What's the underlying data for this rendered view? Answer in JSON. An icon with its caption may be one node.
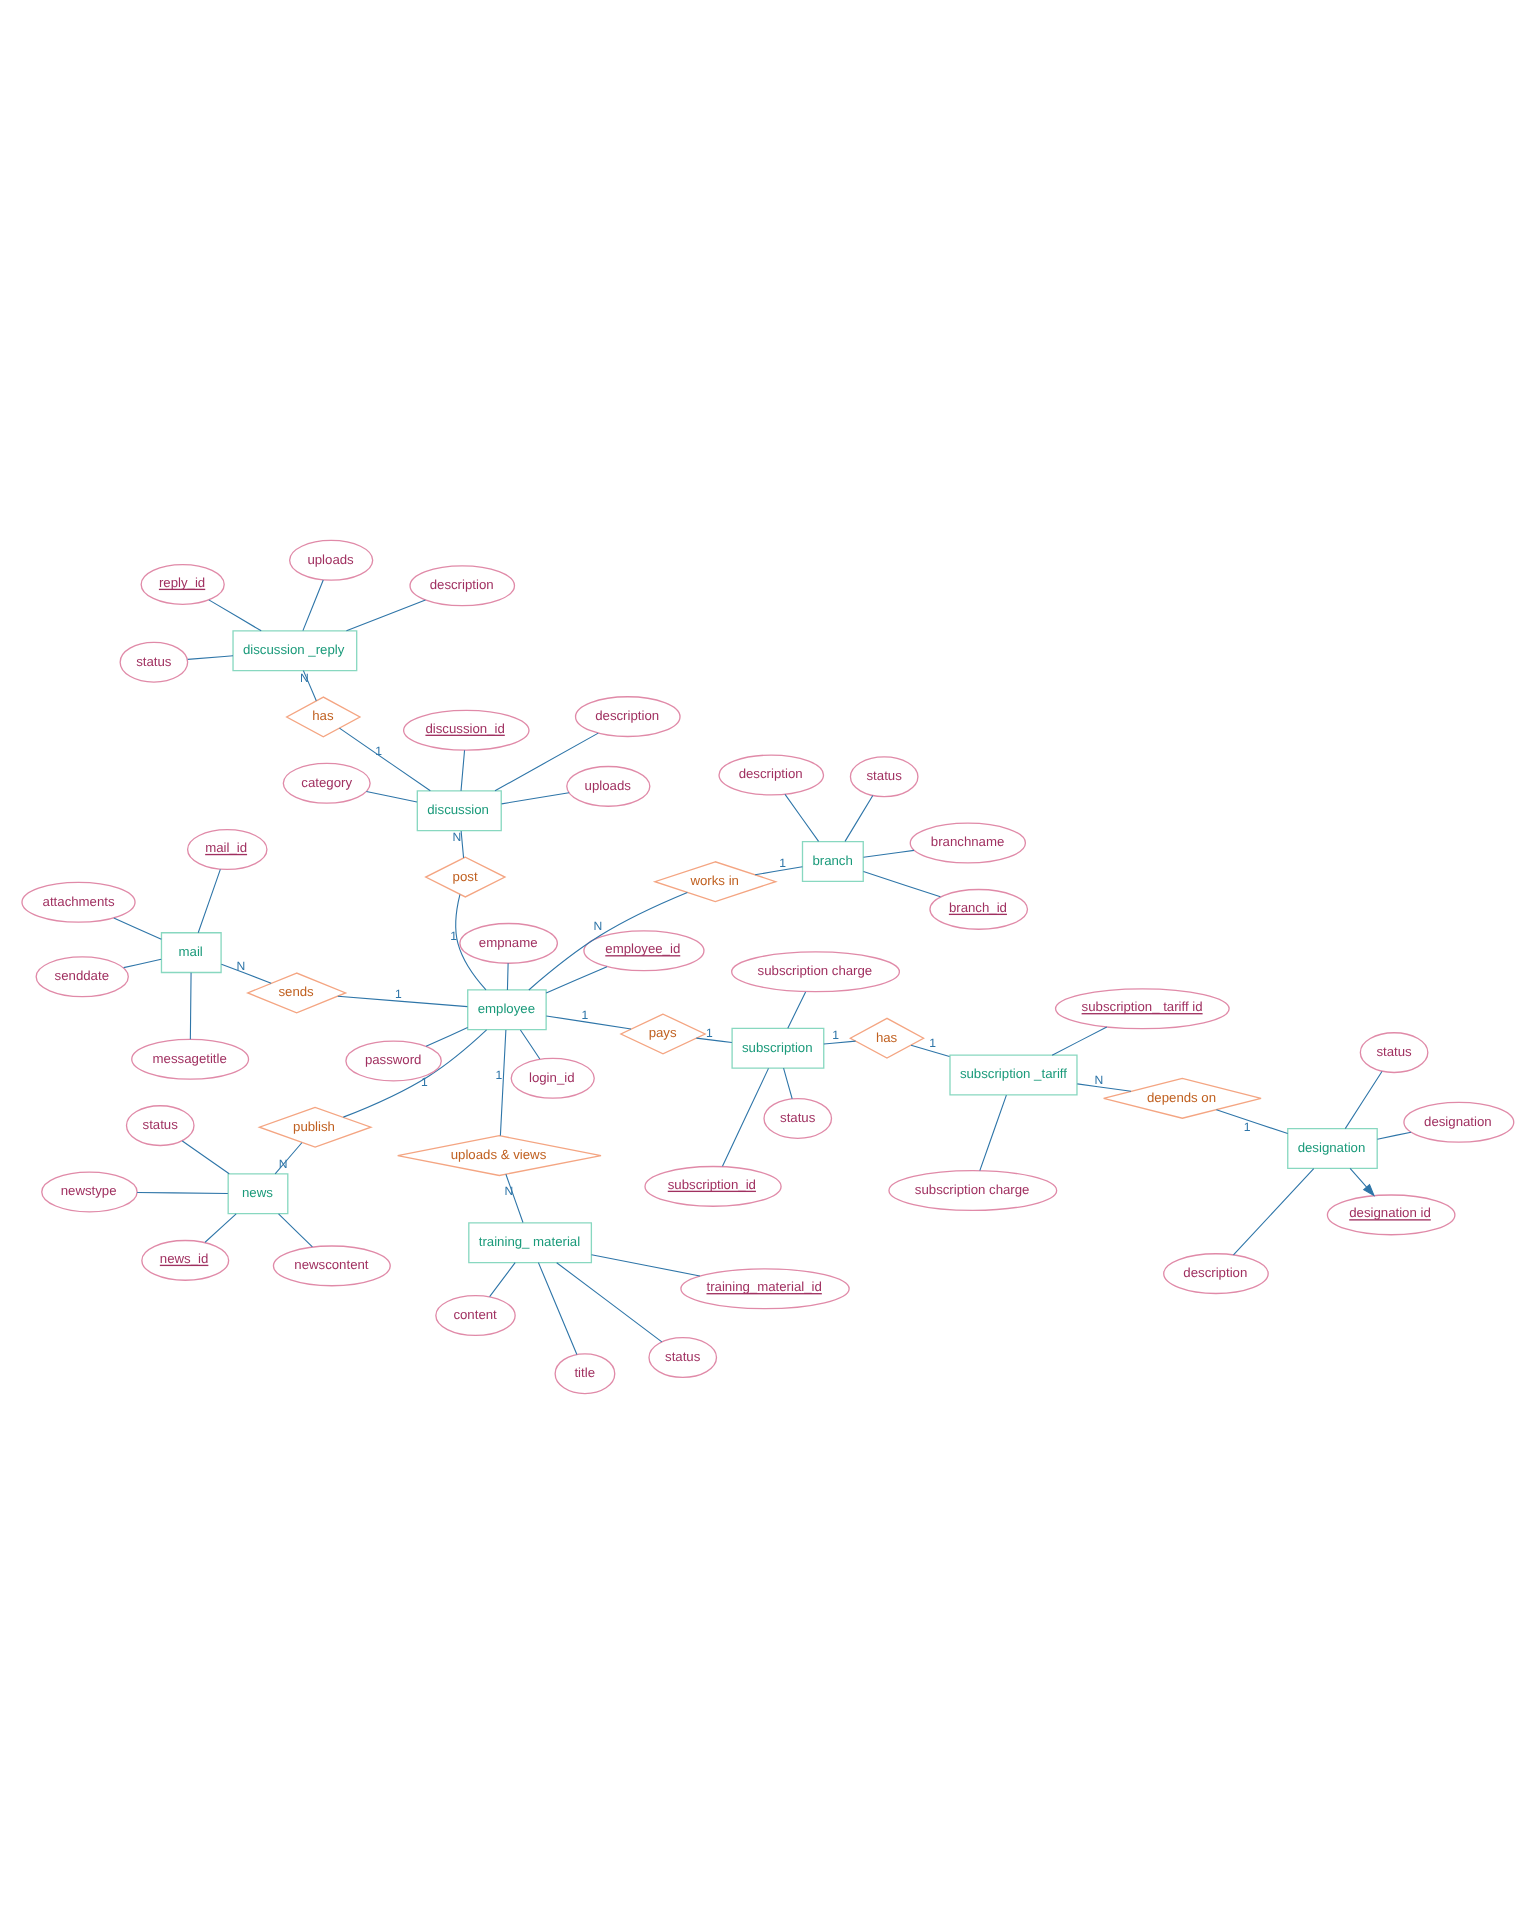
{
  "diagram": {
    "nodes": [
      {
        "text": [
          "subscription"
        ]
      },
      {
        "text": [
          "status"
        ]
      },
      {
        "text": [
          "subscription_id"
        ]
      },
      {
        "text": [
          "subscription charge"
        ]
      },
      {
        "text": [
          "news"
        ]
      },
      {
        "text": [
          "status"
        ]
      },
      {
        "text": [
          "newstype"
        ]
      },
      {
        "text": [
          "newscontent"
        ]
      },
      {
        "text": [
          "news_id"
        ]
      },
      {
        "text": [
          "training_ material"
        ]
      },
      {
        "text": [
          "title"
        ]
      },
      {
        "text": [
          "content"
        ]
      },
      {
        "text": [
          "status"
        ]
      },
      {
        "text": [
          "training_material_id"
        ]
      },
      {
        "text": [
          "discussion _reply"
        ]
      },
      {
        "text": [
          "status"
        ]
      },
      {
        "text": [
          "description"
        ]
      },
      {
        "text": [
          "uploads"
        ]
      },
      {
        "text": [
          "reply_id"
        ]
      },
      {
        "text": [
          "has"
        ]
      },
      {
        "text": [
          "pays"
        ]
      },
      {
        "text": [
          "publish"
        ]
      },
      {
        "text": [
          "uploads & views"
        ]
      },
      {
        "text": [
          "has"
        ]
      },
      {
        "text": [
          "subscription _tariff"
        ]
      },
      {
        "text": [
          "subscription charge"
        ]
      },
      {
        "text": [
          "subscription_ tariff id"
        ]
      },
      {
        "text": [
          "employee"
        ]
      },
      {
        "text": [
          "password"
        ]
      },
      {
        "text": [
          "login_id"
        ]
      },
      {
        "text": [
          "empname"
        ]
      },
      {
        "text": [
          "employee_id"
        ]
      },
      {
        "text": [
          "post"
        ]
      },
      {
        "text": [
          "discussion"
        ]
      },
      {
        "text": [
          "description"
        ]
      },
      {
        "text": [
          "uploads"
        ]
      },
      {
        "text": [
          "category"
        ]
      },
      {
        "text": [
          "discussion_id"
        ]
      },
      {
        "text": [
          "sends"
        ]
      },
      {
        "text": [
          "mail"
        ]
      },
      {
        "text": [
          "attachments"
        ]
      },
      {
        "text": [
          "senddate"
        ]
      },
      {
        "text": [
          "messagetitle"
        ]
      },
      {
        "text": [
          "mail_id"
        ]
      },
      {
        "text": [
          "depends on"
        ]
      },
      {
        "text": [
          "works in"
        ]
      },
      {
        "text": [
          "designation"
        ]
      },
      {
        "text": [
          "designation id"
        ]
      },
      {
        "text": [
          "status"
        ]
      },
      {
        "text": [
          "designation"
        ]
      },
      {
        "text": [
          "description"
        ]
      },
      {
        "text": [
          "branch"
        ]
      },
      {
        "text": [
          "status"
        ]
      },
      {
        "text": [
          "description"
        ]
      },
      {
        "text": [
          "branchname"
        ]
      },
      {
        "text": [
          "branch_id"
        ]
      }
    ],
    "edges": [
      {
        "from": 0,
        "to": 1,
        "arrow": "none"
      },
      {
        "from": 0,
        "to": 2,
        "arrow": "none"
      },
      {
        "from": 0,
        "to": 3,
        "arrow": "none"
      },
      {
        "from": 4,
        "to": 5,
        "arrow": "none"
      },
      {
        "from": 4,
        "to": 6,
        "arrow": "none"
      },
      {
        "from": 4,
        "to": 7,
        "arrow": "none"
      },
      {
        "from": 4,
        "to": 8,
        "arrow": "none"
      },
      {
        "from": 9,
        "to": 10,
        "arrow": "none"
      },
      {
        "from": 9,
        "to": 11,
        "arrow": "none"
      },
      {
        "from": 9,
        "to": 12,
        "arrow": "none"
      },
      {
        "from": 9,
        "to": 13,
        "arrow": "none"
      },
      {
        "from": 14,
        "to": 15,
        "arrow": "none"
      },
      {
        "from": 14,
        "to": 16,
        "arrow": "none"
      },
      {
        "from": 14,
        "to": 17,
        "arrow": "none"
      },
      {
        "from": 14,
        "to": 18,
        "arrow": "none"
      },
      {
        "from": 0,
        "to": 19,
        "arrow": "none",
        "label": "1"
      },
      {
        "from": 19,
        "to": 24,
        "arrow": "none",
        "label": "1"
      },
      {
        "from": 0,
        "to": 20,
        "arrow": "none",
        "label": "1"
      },
      {
        "from": 20,
        "to": 27,
        "arrow": "none",
        "label": "1"
      },
      {
        "from": 4,
        "to": 21,
        "arrow": "none",
        "label": "N"
      },
      {
        "from": 21,
        "to": 27,
        "arrow": "none",
        "label": "1"
      },
      {
        "from": 9,
        "to": 22,
        "arrow": "none",
        "label": "N"
      },
      {
        "from": 22,
        "to": 27,
        "arrow": "none",
        "label": "1"
      },
      {
        "from": 14,
        "to": 23,
        "arrow": "none",
        "label": "N"
      },
      {
        "from": 23,
        "to": 33,
        "arrow": "none",
        "label": "1"
      },
      {
        "from": 24,
        "to": 25,
        "arrow": "none"
      },
      {
        "from": 24,
        "to": 26,
        "arrow": "none"
      },
      {
        "from": 27,
        "to": 28,
        "arrow": "none"
      },
      {
        "from": 27,
        "to": 29,
        "arrow": "none"
      },
      {
        "from": 27,
        "to": 30,
        "arrow": "none"
      },
      {
        "from": 27,
        "to": 31,
        "arrow": "none"
      },
      {
        "from": 27,
        "to": 32,
        "arrow": "none",
        "label": "1"
      },
      {
        "from": 32,
        "to": 33,
        "arrow": "none",
        "label": "N"
      },
      {
        "from": 33,
        "to": 34,
        "arrow": "none"
      },
      {
        "from": 33,
        "to": 35,
        "arrow": "none"
      },
      {
        "from": 33,
        "to": 36,
        "arrow": "none"
      },
      {
        "from": 33,
        "to": 37,
        "arrow": "none"
      },
      {
        "from": 27,
        "to": 38,
        "arrow": "none",
        "label": "1"
      },
      {
        "from": 38,
        "to": 39,
        "arrow": "none",
        "label": "N"
      },
      {
        "from": 39,
        "to": 40,
        "arrow": "none"
      },
      {
        "from": 39,
        "to": 41,
        "arrow": "none"
      },
      {
        "from": 39,
        "to": 42,
        "arrow": "none"
      },
      {
        "from": 39,
        "to": 43,
        "arrow": "none"
      },
      {
        "from": 24,
        "to": 44,
        "arrow": "none",
        "label": "N"
      },
      {
        "from": 44,
        "to": 46,
        "arrow": "none",
        "label": "1"
      },
      {
        "from": 27,
        "to": 45,
        "arrow": "none",
        "label": "N"
      },
      {
        "from": 45,
        "to": 51,
        "arrow": "none",
        "label": "1"
      },
      {
        "from": 46,
        "to": 47,
        "arrow": "to"
      },
      {
        "from": 46,
        "to": 48,
        "arrow": "none"
      },
      {
        "from": 46,
        "to": 49,
        "arrow": "none"
      },
      {
        "from": 46,
        "to": 50,
        "arrow": "none"
      },
      {
        "from": 51,
        "to": 52,
        "arrow": "none"
      },
      {
        "from": 51,
        "to": 53,
        "arrow": "none"
      },
      {
        "from": 51,
        "to": 54,
        "arrow": "none"
      },
      {
        "from": 51,
        "to": 55,
        "arrow": "none"
      }
    ]
  }
}
